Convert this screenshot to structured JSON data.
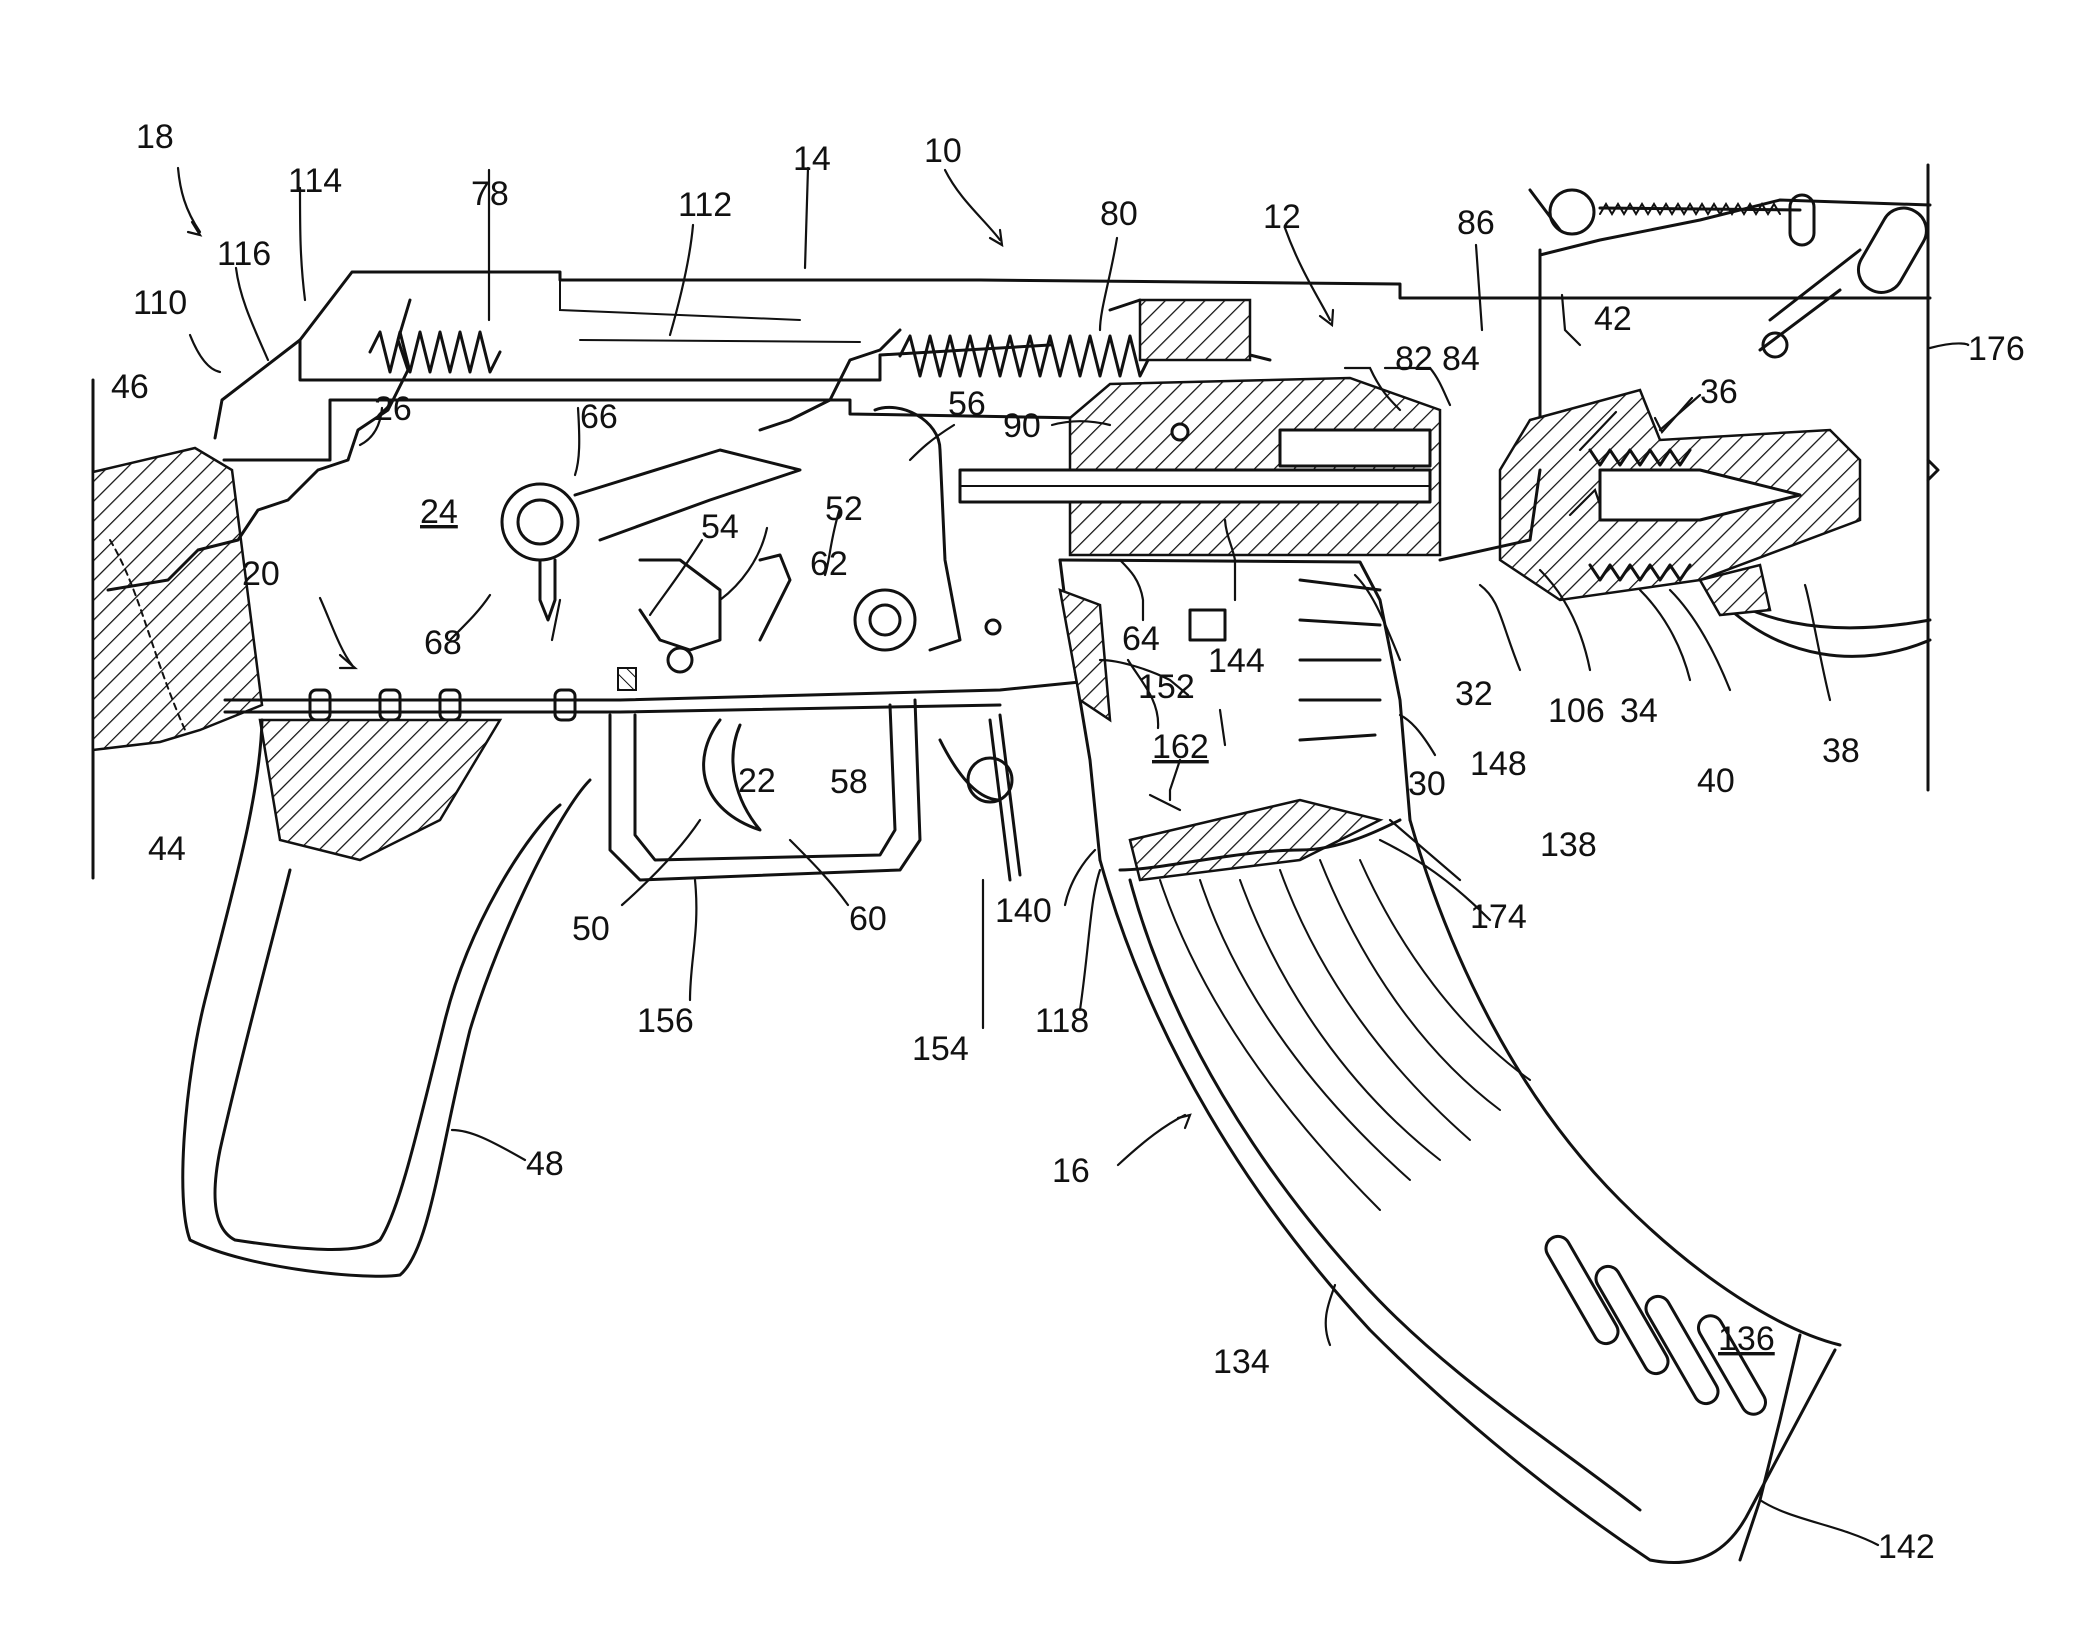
{
  "figure": {
    "labels": {
      "l10": "10",
      "l12": "12",
      "l14": "14",
      "l16": "16",
      "l18": "18",
      "l20": "20",
      "l22": "22",
      "l24": "24",
      "l26": "26",
      "l30": "30",
      "l32": "32",
      "l34": "34",
      "l36": "36",
      "l38": "38",
      "l40": "40",
      "l42": "42",
      "l44": "44",
      "l46": "46",
      "l48": "48",
      "l50": "50",
      "l52": "52",
      "l54": "54",
      "l56": "56",
      "l58": "58",
      "l60": "60",
      "l62": "62",
      "l64": "64",
      "l66": "66",
      "l68": "68",
      "l78": "78",
      "l80": "80",
      "l82": "82",
      "l84": "84",
      "l86": "86",
      "l90": "90",
      "l106": "106",
      "l110": "110",
      "l112": "112",
      "l114": "114",
      "l116": "116",
      "l118": "118",
      "l134": "134",
      "l136": "136",
      "l138": "138",
      "l140": "140",
      "l142": "142",
      "l144": "144",
      "l148": "148",
      "l152": "152",
      "l154": "154",
      "l156": "156",
      "l162": "162",
      "l174": "174",
      "l176": "176"
    }
  }
}
